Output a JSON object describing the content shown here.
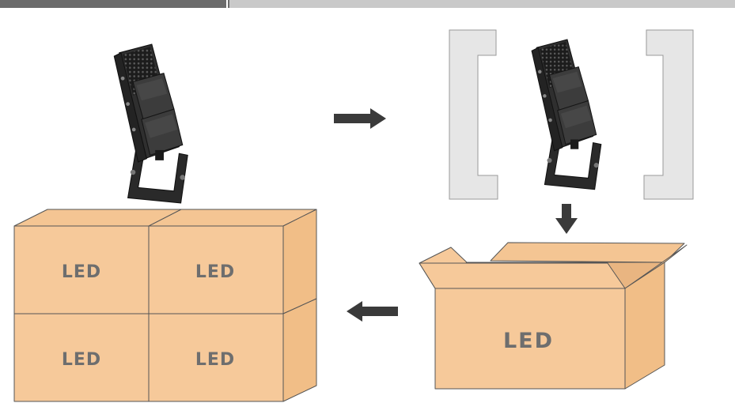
{
  "packing_diagram": {
    "box_label": "LED",
    "stacked_boxes": [
      {
        "label": "LED"
      },
      {
        "label": "LED"
      },
      {
        "label": "LED"
      },
      {
        "label": "LED"
      }
    ],
    "steps": [
      {
        "name": "floodlight-fixture"
      },
      {
        "name": "fixture-with-foam-padding"
      },
      {
        "name": "carton-box"
      },
      {
        "name": "stacked-cartons"
      }
    ],
    "colors": {
      "carton_fill": "#f6c99a",
      "carton_stroke": "#555555",
      "padding_fill": "#e6e6e6",
      "arrow": "#3a3a3a",
      "top_bar_dark": "#666666",
      "top_bar_light": "#c7c7c7",
      "fixture_body": "#2c2c2c"
    },
    "icons": [
      "arrow-right-icon",
      "arrow-down-icon",
      "arrow-left-icon"
    ]
  }
}
